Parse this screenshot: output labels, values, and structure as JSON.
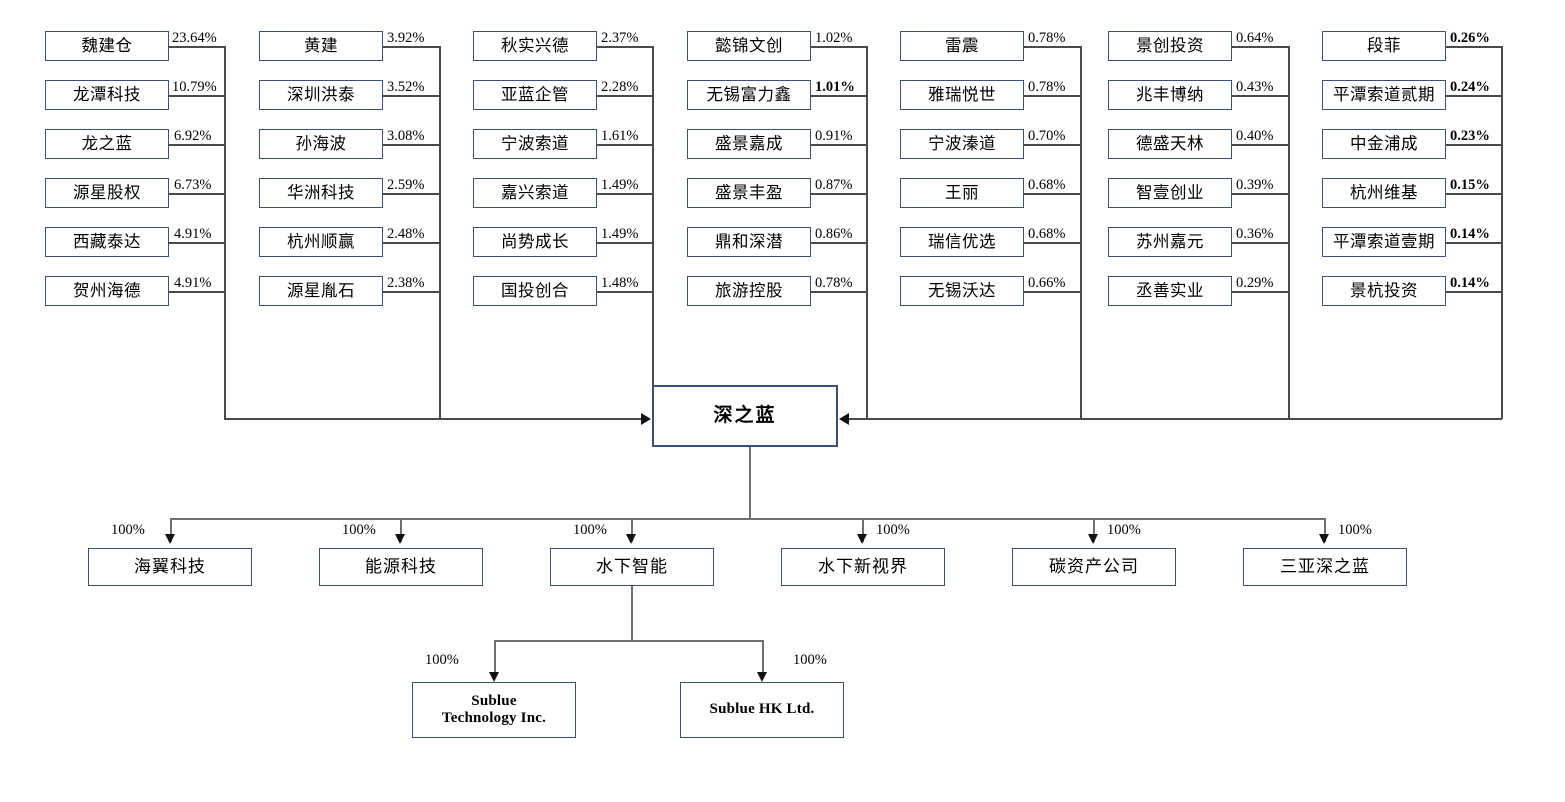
{
  "diagram": {
    "title": "深之蓝",
    "center_node": {
      "label": "深之蓝"
    },
    "shareholder_columns": [
      {
        "id": "col1",
        "items": [
          {
            "name": "魏建仓",
            "pct": "23.64%"
          },
          {
            "name": "龙潭科技",
            "pct": "10.79%"
          },
          {
            "name": "龙之蓝",
            "pct": "6.92%"
          },
          {
            "name": "源星股权",
            "pct": "6.73%"
          },
          {
            "name": "西藏泰达",
            "pct": "4.91%"
          },
          {
            "name": "贺州海德",
            "pct": "4.91%"
          }
        ]
      },
      {
        "id": "col2",
        "items": [
          {
            "name": "黄建",
            "pct": "3.92%"
          },
          {
            "name": "深圳洪泰",
            "pct": "3.52%"
          },
          {
            "name": "孙海波",
            "pct": "3.08%"
          },
          {
            "name": "华洲科技",
            "pct": "2.59%"
          },
          {
            "name": "杭州顺赢",
            "pct": "2.48%"
          },
          {
            "name": "源星胤石",
            "pct": "2.38%"
          }
        ]
      },
      {
        "id": "col3",
        "items": [
          {
            "name": "秋实兴德",
            "pct": "2.37%"
          },
          {
            "name": "亚蓝企管",
            "pct": "2.28%"
          },
          {
            "name": "宁波索道",
            "pct": "1.61%"
          },
          {
            "name": "嘉兴索道",
            "pct": "1.49%"
          },
          {
            "name": "尚势成长",
            "pct": "1.49%"
          },
          {
            "name": "国投创合",
            "pct": "1.48%"
          }
        ]
      },
      {
        "id": "col4",
        "items": [
          {
            "name": "懿锦文创",
            "pct": "1.02%"
          },
          {
            "name": "无锡富力鑫",
            "pct": "1.01%"
          },
          {
            "name": "盛景嘉成",
            "pct": "0.91%"
          },
          {
            "name": "盛景丰盈",
            "pct": "0.87%"
          },
          {
            "name": "鼎和深潜",
            "pct": "0.86%"
          },
          {
            "name": "旅游控股",
            "pct": "0.78%"
          }
        ]
      },
      {
        "id": "col5",
        "items": [
          {
            "name": "雷震",
            "pct": "0.78%"
          },
          {
            "name": "雅瑞悦世",
            "pct": "0.78%"
          },
          {
            "name": "宁波溱道",
            "pct": "0.70%"
          },
          {
            "name": "王丽",
            "pct": "0.68%"
          },
          {
            "name": "瑞信优选",
            "pct": "0.68%"
          },
          {
            "name": "无锡沃达",
            "pct": "0.66%"
          }
        ]
      },
      {
        "id": "col6",
        "items": [
          {
            "name": "景创投资",
            "pct": "0.64%"
          },
          {
            "name": "兆丰博纳",
            "pct": "0.43%"
          },
          {
            "name": "德盛天林",
            "pct": "0.40%"
          },
          {
            "name": "智壹创业",
            "pct": "0.39%"
          },
          {
            "name": "苏州嘉元",
            "pct": "0.36%"
          },
          {
            "name": "丞善实业",
            "pct": "0.29%"
          }
        ]
      },
      {
        "id": "col7",
        "items": [
          {
            "name": "段菲",
            "pct": "0.26%"
          },
          {
            "name": "平潭索道贰期",
            "pct": "0.24%"
          },
          {
            "name": "中金浦成",
            "pct": "0.23%"
          },
          {
            "name": "杭州维基",
            "pct": "0.15%"
          },
          {
            "name": "平潭索道壹期",
            "pct": "0.14%"
          },
          {
            "name": "景杭投资",
            "pct": "0.14%"
          }
        ]
      }
    ],
    "subsidiaries": [
      {
        "name": "海翼科技",
        "pct": "100%",
        "pct_side": "left"
      },
      {
        "name": "能源科技",
        "pct": "100%",
        "pct_side": "left"
      },
      {
        "name": "水下智能",
        "pct": "100%",
        "pct_side": "left"
      },
      {
        "name": "水下新视界",
        "pct": "100%",
        "pct_side": "right"
      },
      {
        "name": "碳资产公司",
        "pct": "100%",
        "pct_side": "right"
      },
      {
        "name": "三亚深之蓝",
        "pct": "100%",
        "pct_side": "right"
      }
    ],
    "leaf_nodes": [
      {
        "line1": "Sublue",
        "line2": "Technology Inc.",
        "pct": "100%",
        "pct_side": "left"
      },
      {
        "line1": "Sublue HK Ltd.",
        "line2": "",
        "pct": "100%",
        "pct_side": "right"
      }
    ],
    "colors": {
      "box_border": "#35517e",
      "connector": "#6f6f6f",
      "arrow": "#111111",
      "background": "#ffffff"
    }
  }
}
